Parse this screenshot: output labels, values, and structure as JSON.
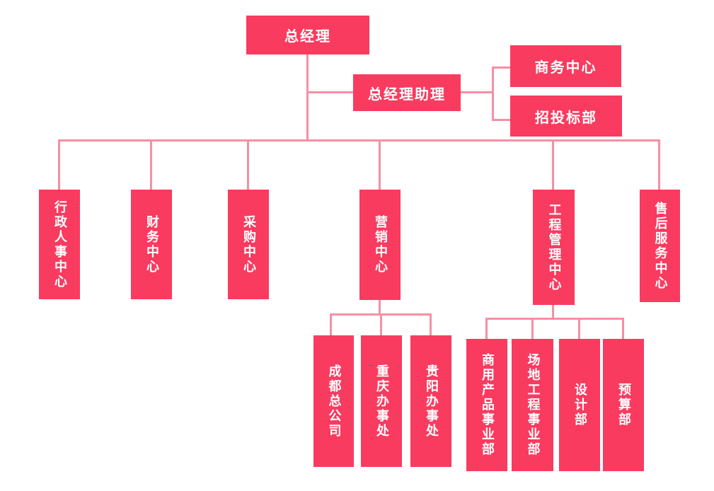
{
  "org_chart": {
    "type": "org-chart",
    "colors": {
      "node_fill": "#F93B5F",
      "connector": "#F78FA3",
      "node_text": "#FFFFFF",
      "background": "#FFFFFF"
    },
    "nodes": {
      "general_manager": "总经理",
      "gm_assistant": "总经理助理",
      "business_center": "商务中心",
      "bidding_department": "招投标部",
      "admin_hr_center": "行政人事中心",
      "finance_center": "财务中心",
      "procurement_center": "采购中心",
      "marketing_center": "营销中心",
      "engineering_management_center": "工程管理中心",
      "after_sales_service_center": "售后服务中心",
      "chengdu_head_office": "成都总公司",
      "chongqing_office": "重庆办事处",
      "guiyang_office": "贵阳办事处",
      "commercial_products_division": "商用产品事业部",
      "site_engineering_division": "场地工程事业部",
      "design_department": "设计部",
      "budget_department": "预算部"
    },
    "hierarchy": {
      "总经理": {
        "总经理助理": [
          "商务中心",
          "招投标部"
        ],
        "行政人事中心": [],
        "财务中心": [],
        "采购中心": [],
        "营销中心": [
          "成都总公司",
          "重庆办事处",
          "贵阳办事处"
        ],
        "工程管理中心": [
          "商用产品事业部",
          "场地工程事业部",
          "设计部",
          "预算部"
        ],
        "售后服务中心": []
      }
    }
  }
}
